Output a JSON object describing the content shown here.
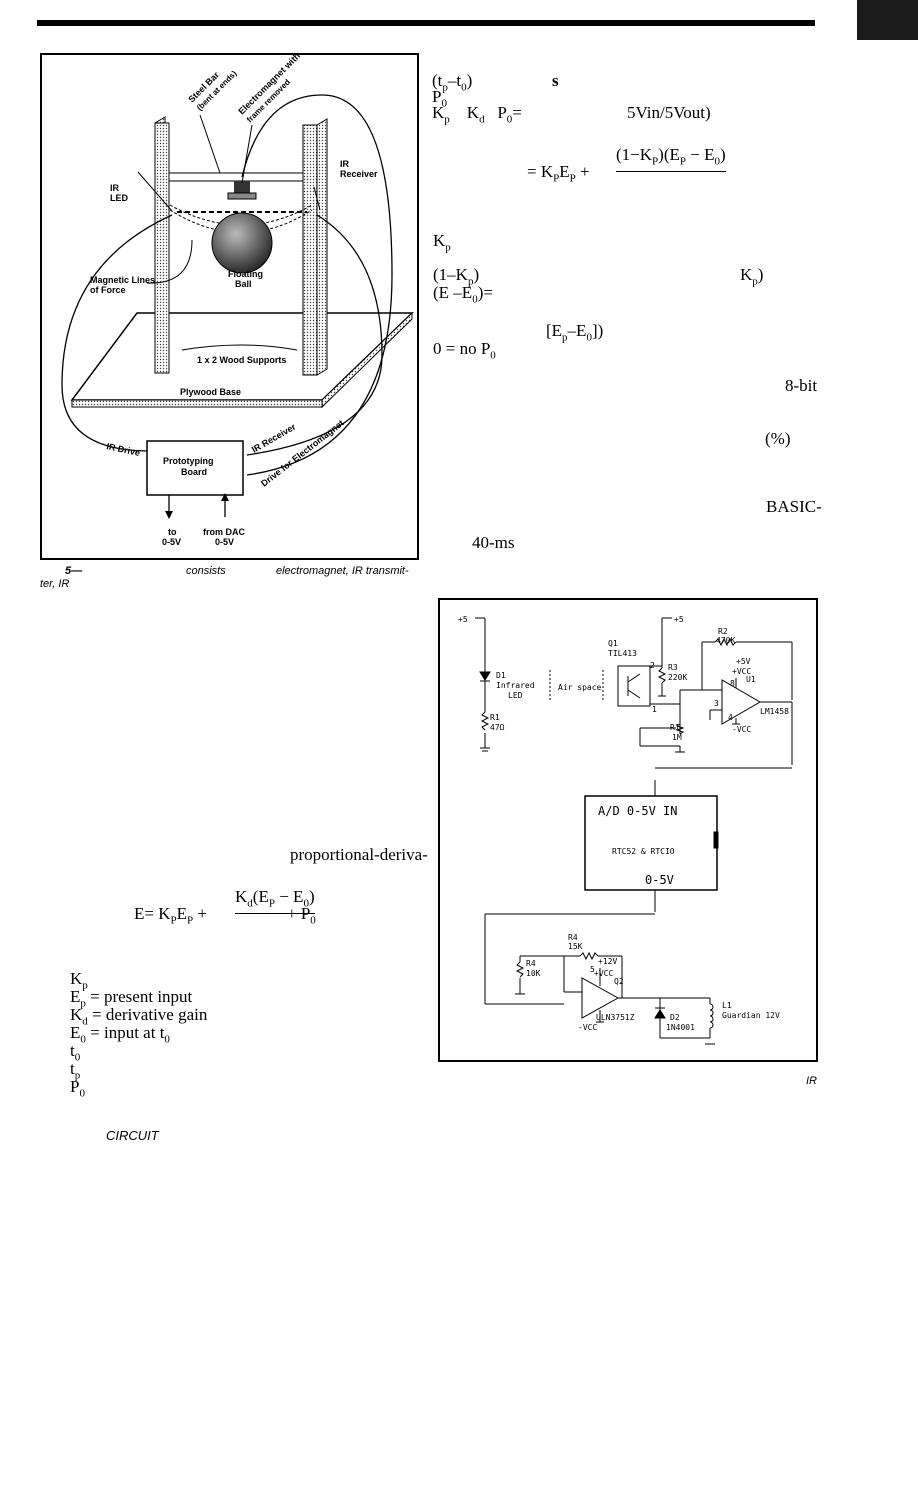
{
  "fig1": {
    "labels": {
      "steel_bar": "Steel Bar",
      "steel_bar_note": "(bent at ends)",
      "electromagnet": "Electromagnet with",
      "electromagnet_note": "frame removed",
      "ir_led_1": "IR",
      "ir_led_2": "LED",
      "ir_receiver_1": "IR",
      "ir_receiver_2": "Receiver",
      "magnetic_1": "Magnetic Lines",
      "magnetic_2": "of Force",
      "ball_1": "Floating",
      "ball_2": "Ball",
      "supports": "1 x 2 Wood Supports",
      "base": "Plywood Base",
      "ir_drive": "IR Drive",
      "ir_receiver_wire": "IR Receiver",
      "drive_em": "Drive for Electromagnet",
      "board_1": "Prototyping",
      "board_2": "Board",
      "to_1": "to",
      "to_2": "0-5V",
      "from_1": "from DAC",
      "from_2": "0-5V"
    },
    "caption_a": "5—",
    "caption_b": "consists",
    "caption_c": "electromagnet, IR transmit-",
    "caption_d": "ter, IR"
  },
  "right_col": {
    "l1a": "(t",
    "l1b": "–t",
    "l1c": ")",
    "l1d": "s",
    "l2": "P",
    "l3a": "K",
    "l3b": "K",
    "l3c": "P",
    "l3d": "=",
    "l3e": "5Vin/5Vout)",
    "eq2": "= K",
    "eq2b": "E",
    "eq2c": " + ",
    "eq2num": "(1−K",
    "eq2num2": ")(E",
    "eq2num3": " − E",
    "eq2num4": ")",
    "l5": "K",
    "l6a": "(1–K",
    "l6b": ")",
    "l6c": "K",
    "l6d": ")",
    "l7": "(E –E",
    "l7b": ")=",
    "l8a": "[E",
    "l8b": "–E",
    "l8c": "])",
    "l9a": "0 = no P",
    "bit": "8-bit",
    "pct": "(%)",
    "basic": "BASIC-",
    "ms": "40-ms"
  },
  "left_col": {
    "pd": "proportional-deriva-",
    "eq_a": "E= K",
    "eq_b": "E",
    "eq_num": "K",
    "eq_num2": "(E",
    "eq_num3": " − E",
    "eq_num4": ")",
    "eq_c": "+ P",
    "kp": "K",
    "ep": "E",
    "ep_txt": "= present input",
    "kd": "K",
    "kd_txt": "= derivative gain",
    "e0": "E",
    "e0_txt": "= input at t",
    "t0": "t",
    "tp": "t",
    "p0": "P",
    "circuit": "CIRCUIT"
  },
  "schematic": {
    "v5a": "+5",
    "v5b": "+5",
    "q1": "Q1",
    "q1p": "TIL413",
    "r2": "R2",
    "r2v": "470K",
    "d1": "D1",
    "d1a": "Infrared",
    "d1b": "LED",
    "air": "Air space",
    "r3": "R3",
    "r3v": "220K",
    "v5c": "+5V",
    "vcc": "+VCC",
    "u1": "U1",
    "u1p": "LM1458",
    "nvcc": "-VCC",
    "r1a": "R1",
    "r1av": "47Ω",
    "r1b": "R1",
    "r1bv": "1M",
    "ad": "A/D  0-5V  IN",
    "rtc": "RTC52 & RTCIO",
    "da": "0-5V",
    "r4a": "R4",
    "r4av": "15K",
    "r4b": "R4",
    "r4bv": "10K",
    "v12": "+12V",
    "vcc2": "+VCC",
    "q2": "Q2",
    "q2p": "ULN3751Z",
    "nvcc2": "-VCC",
    "d2": "D2",
    "d2p": "1N4001",
    "l1": "L1",
    "l1p": "Guardian 12V",
    "p2": "2",
    "p1": "1",
    "p8": "8",
    "p4": "4",
    "p3": "3",
    "p5": "5",
    "ir_cap": "IR"
  }
}
